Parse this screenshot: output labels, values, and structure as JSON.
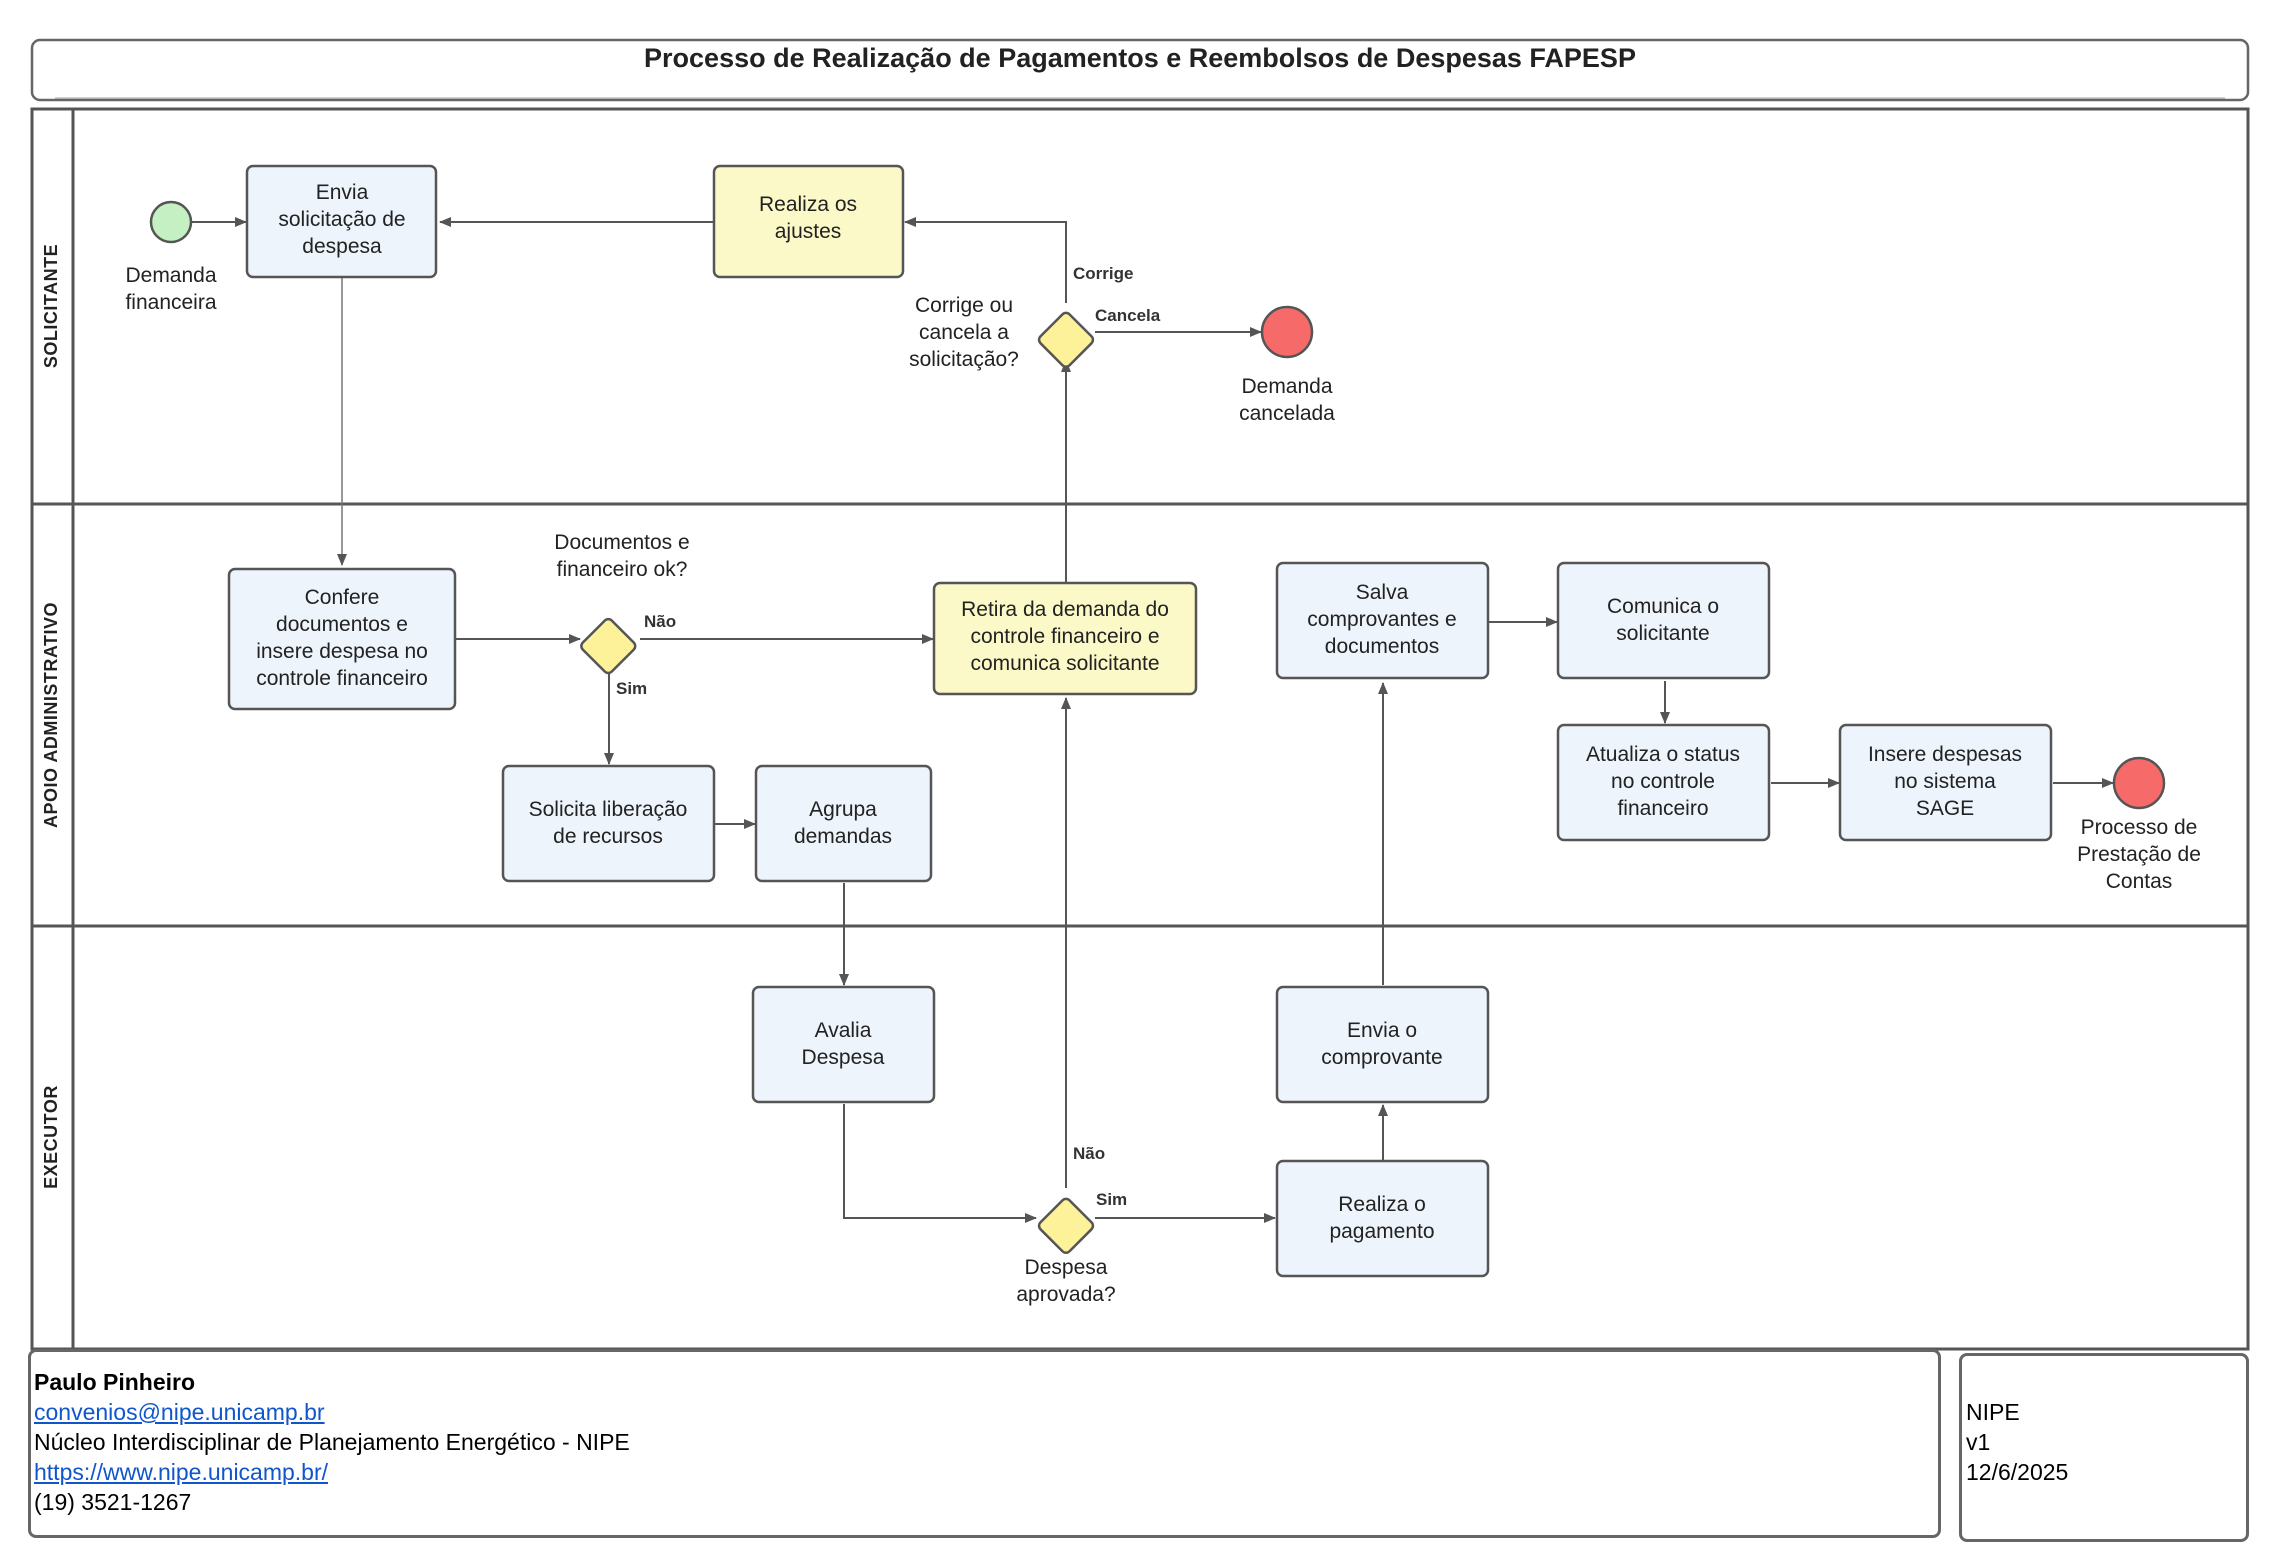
{
  "title": "Processo de Realização de Pagamentos e Reembolsos de Despesas FAPESP",
  "lanes": {
    "solicitante": "SOLICITANTE",
    "apoio": "APOIO ADMINISTRATIVO",
    "executor": "EXECUTOR"
  },
  "events": {
    "start": "Demanda financeira",
    "cancelled": "Demanda cancelada",
    "end": "Processo de Prestação de Contas"
  },
  "tasks": {
    "envia_solicitacao": "Envia solicitação de despesa",
    "realiza_ajustes": "Realiza os ajustes",
    "confere_documentos": "Confere documentos e insere despesa no controle financeiro",
    "retira_demanda": "Retira da demanda do controle financeiro e comunica solicitante",
    "salva_comprovantes": "Salva comprovantes e documentos",
    "comunica_solicitante": "Comunica o solicitante",
    "solicita_liberacao": "Solicita liberação de recursos",
    "agrupa_demandas": "Agrupa demandas",
    "atualiza_status": "Atualiza o status no controle financeiro",
    "insere_despesas": "Insere despesas no sistema SAGE",
    "avalia_despesa": "Avalia Despesa",
    "envia_comprovante": "Envia o comprovante",
    "realiza_pagamento": "Realiza o pagamento"
  },
  "gateways": {
    "corrige_cancela": "Corrige ou cancela a solicitação?",
    "documentos_ok": "Documentos e financeiro ok?",
    "despesa_aprovada": "Despesa aprovada?"
  },
  "flow_labels": {
    "corrige": "Corrige",
    "cancela": "Cancela",
    "nao_docs": "Não",
    "sim_docs": "Sim",
    "nao_aprov": "Não",
    "sim_aprov": "Sim"
  },
  "footer": {
    "name": "Paulo Pinheiro",
    "email": "convenios@nipe.unicamp.br",
    "org": "Núcleo Interdisciplinar de Planejamento Energético - NIPE",
    "url": "https://www.nipe.unicamp.br/",
    "phone": "(19) 3521-1267",
    "org_short": "NIPE",
    "version": "v1",
    "date": "12/6/2025"
  },
  "colors": {
    "task_blue": "#edf4fc",
    "task_yellow": "#fbf9c8",
    "gateway": "#fdf19a",
    "start_event": "#c4f0c4",
    "end_event": "#f76a6a",
    "border": "#555555",
    "link": "#1155cc"
  }
}
